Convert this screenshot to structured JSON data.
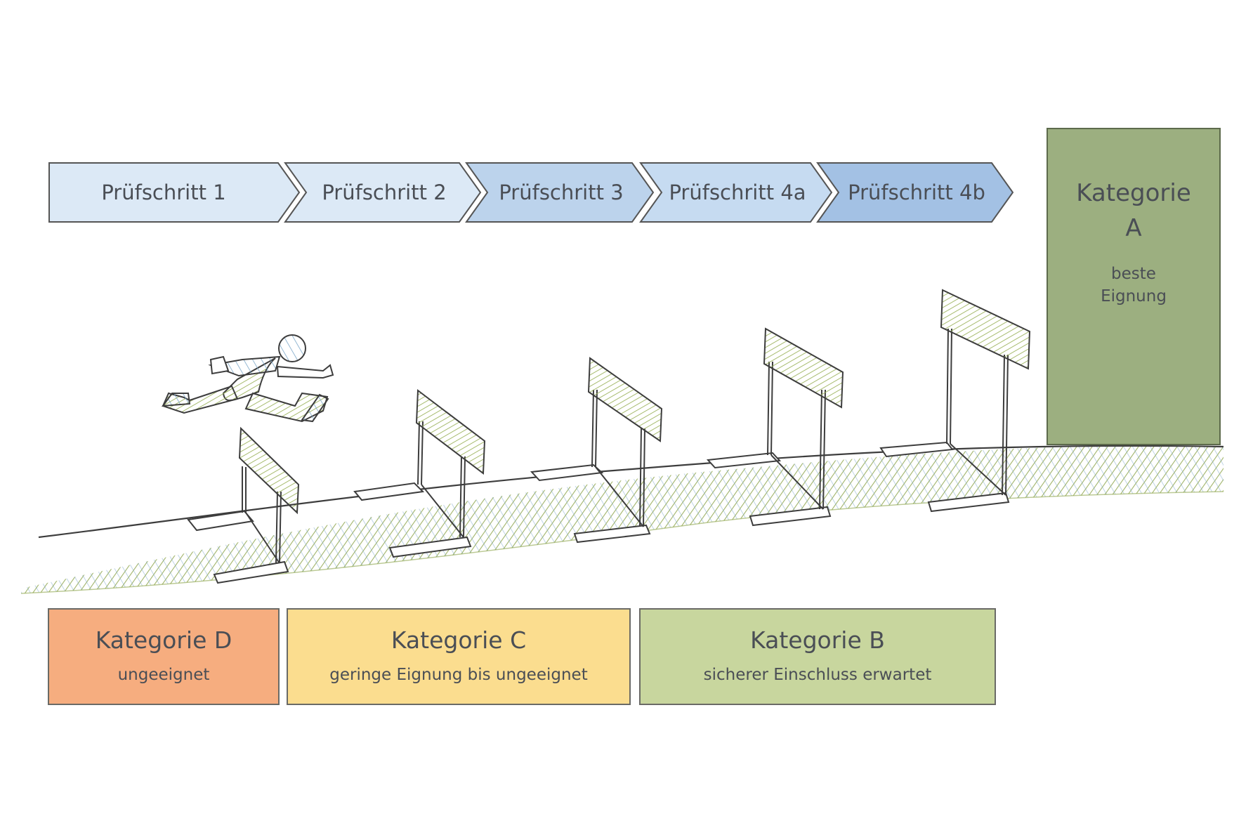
{
  "steps": [
    {
      "label": "Prüfschritt 1",
      "color": "#dce9f6"
    },
    {
      "label": "Prüfschritt 2",
      "color": "#dce9f6"
    },
    {
      "label": "Prüfschritt 3",
      "color": "#bcd3ec"
    },
    {
      "label": "Prüfschritt 4a",
      "color": "#c6dbf1"
    },
    {
      "label": "Prüfschritt 4b",
      "color": "#a3c1e4"
    }
  ],
  "category_a": {
    "title_line1": "Kategorie",
    "title_line2": "A",
    "sub_line1": "beste",
    "sub_line2": "Eignung",
    "color": "#9caf80"
  },
  "category_d": {
    "title": "Kategorie D",
    "sub": "ungeeignet",
    "color": "#f6ad7f"
  },
  "category_c": {
    "title": "Kategorie C",
    "sub": "geringe Eignung bis ungeeignet",
    "color": "#fbdd8f"
  },
  "category_b": {
    "title": "Kategorie B",
    "sub": "sicherer Einschluss erwartet",
    "color": "#c8d69e"
  }
}
